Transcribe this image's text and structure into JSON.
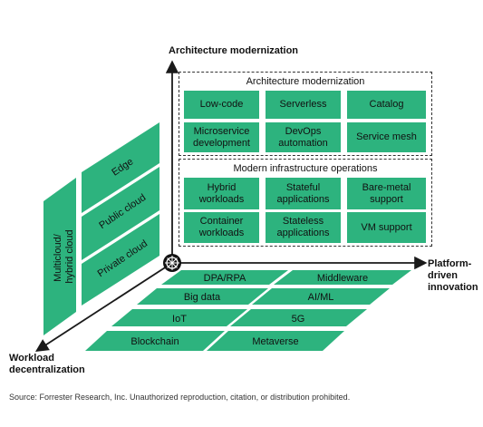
{
  "axes": {
    "vertical": "Architecture modernization",
    "horizontal_lines": [
      "Platform-",
      "driven",
      "innovation"
    ],
    "depth_lines": [
      "Workload",
      "decentralization"
    ]
  },
  "architecture_section": {
    "title": "Architecture modernization",
    "tiles": [
      "Low-code",
      "Serverless",
      "Catalog",
      "Microservice\ndevelopment",
      "DevOps\nautomation",
      "Service mesh"
    ]
  },
  "infrastructure_section": {
    "title": "Modern infrastructure operations",
    "tiles": [
      "Hybrid\nworkloads",
      "Stateful\napplications",
      "Bare-metal\nsupport",
      "Container\nworkloads",
      "Stateless\napplications",
      "VM support"
    ]
  },
  "floor_tiles": [
    "DPA/RPA",
    "Middleware",
    "Big data",
    "AI/ML",
    "IoT",
    "5G",
    "Blockchain",
    "Metaverse"
  ],
  "wall": {
    "tall_tile": "Multicloud/\nhybrid cloud",
    "tiles": [
      "Edge",
      "Public cloud",
      "Private cloud"
    ]
  },
  "colors": {
    "tile_green": "#2db37e",
    "axis": "#1a1a1a"
  },
  "footer": "Source: Forrester Research, Inc. Unauthorized reproduction, citation, or distribution prohibited."
}
